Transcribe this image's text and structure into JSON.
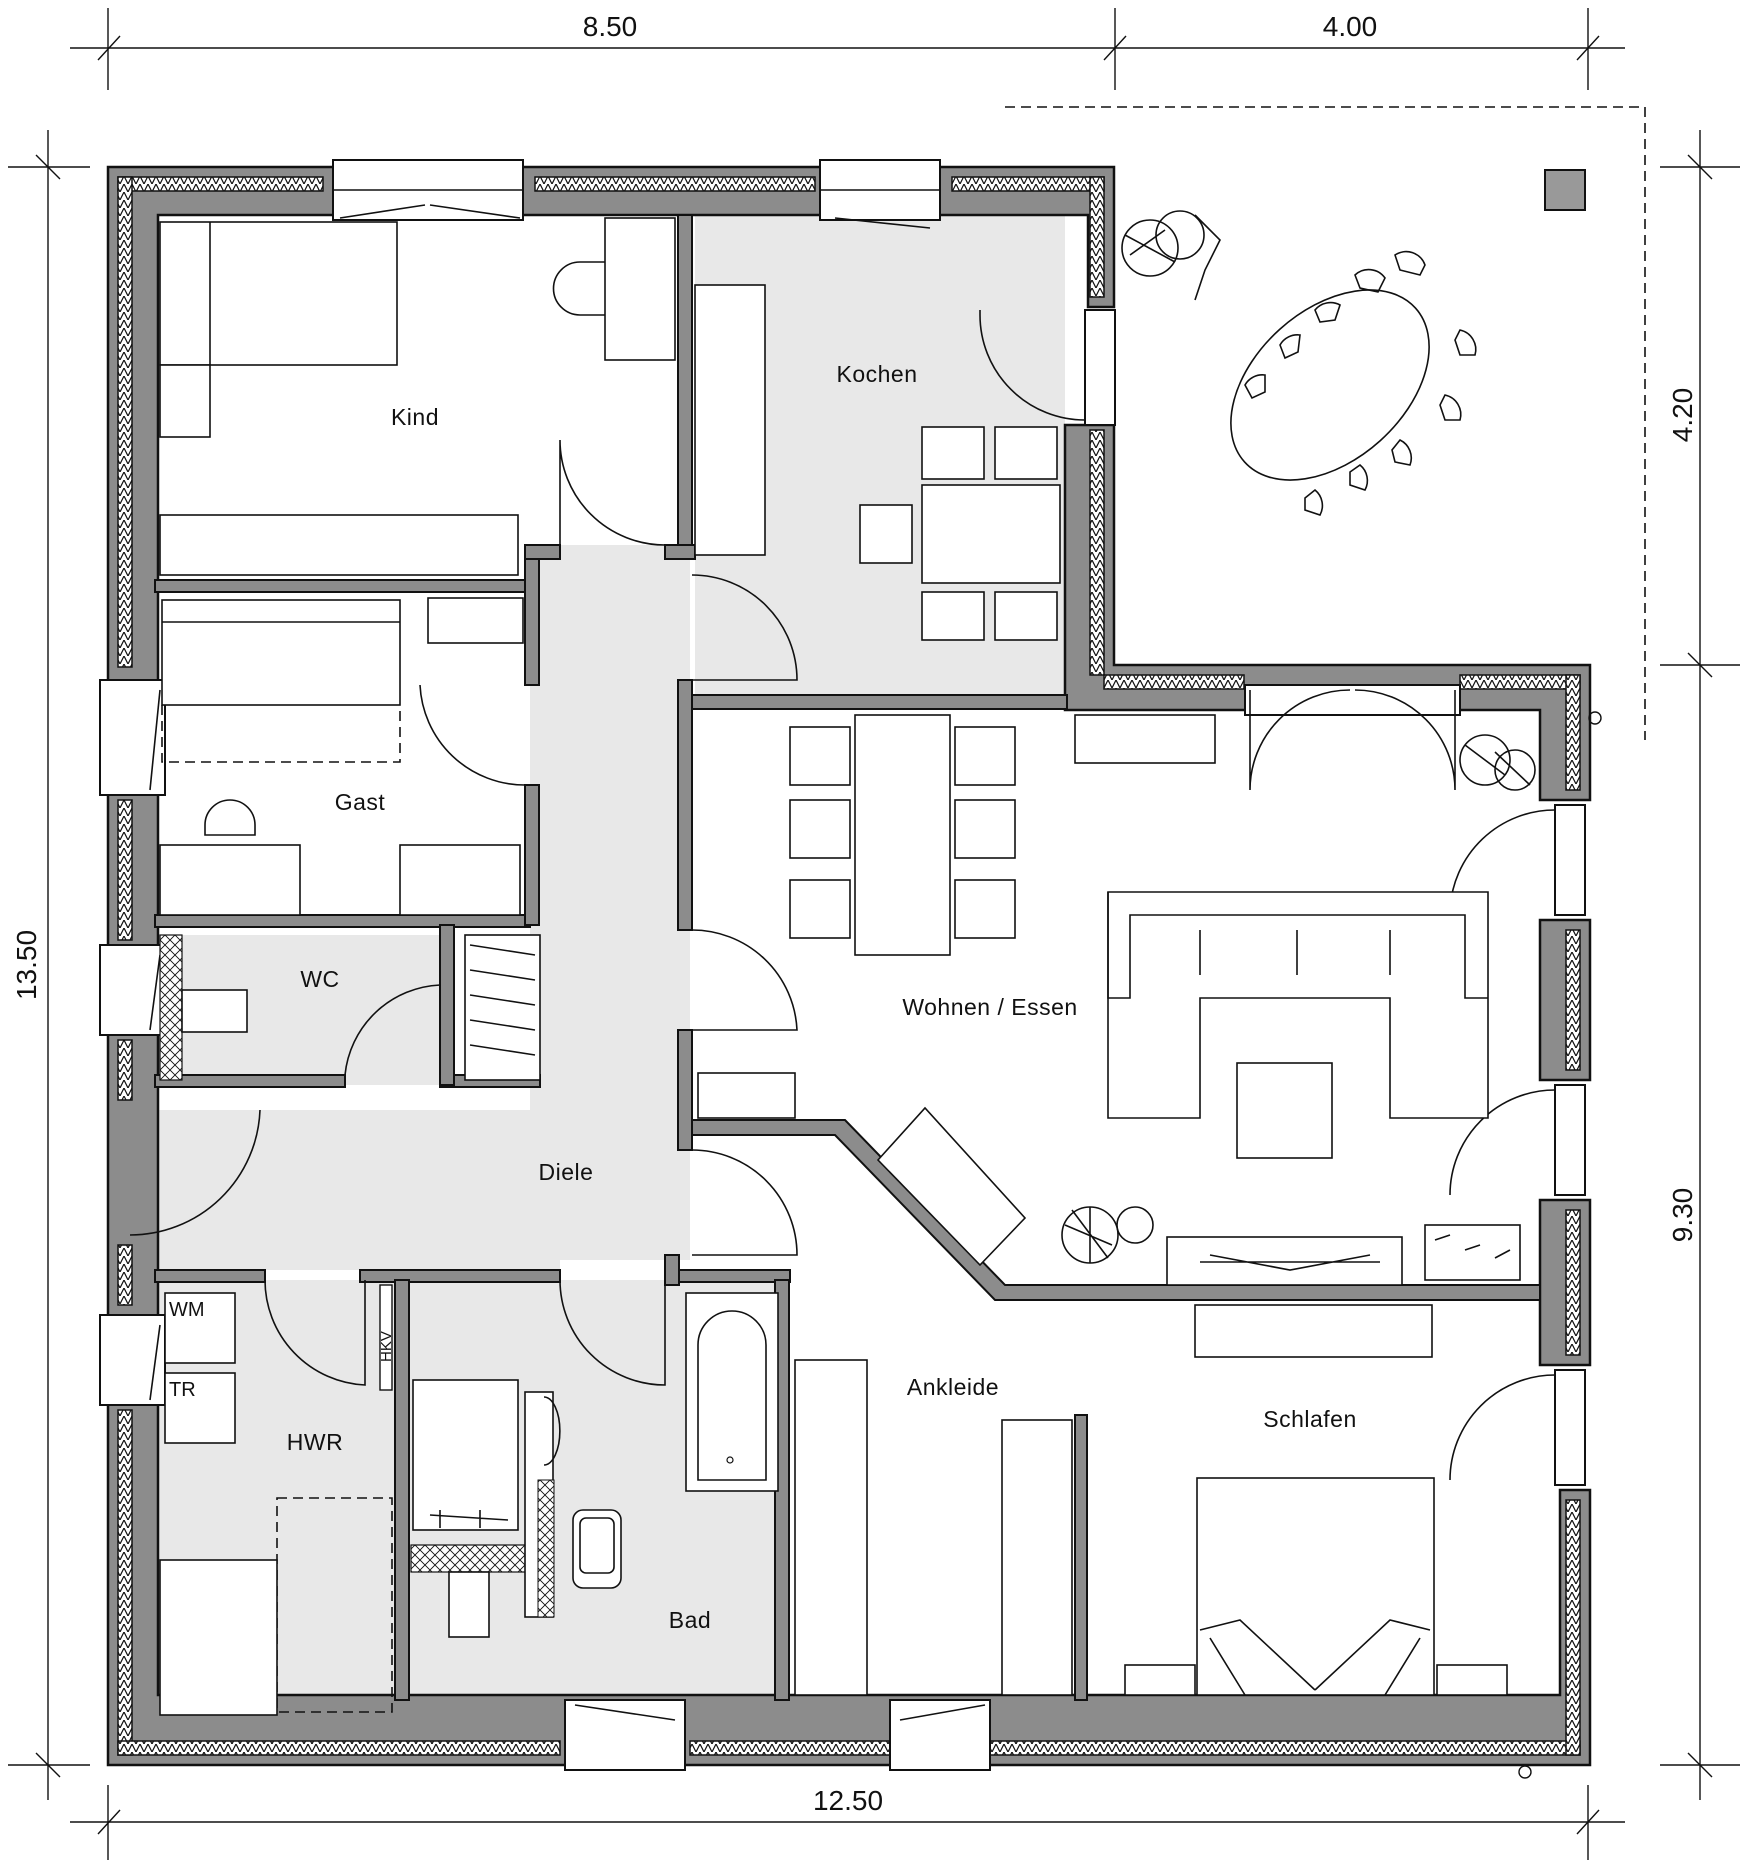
{
  "rooms": {
    "kind": "Kind",
    "kochen": "Kochen",
    "gast": "Gast",
    "wc": "WC",
    "wohnen_essen": "Wohnen / Essen",
    "diele": "Diele",
    "ankleide": "Ankleide",
    "schlafen": "Schlafen",
    "hwr": "HWR",
    "bad": "Bad"
  },
  "appliances": {
    "wm": "WM",
    "tr": "TR",
    "hkv": "HKV"
  },
  "dimensions": {
    "top_left": "8.50",
    "top_right": "4.00",
    "bottom": "12.50",
    "left": "13.50",
    "right_upper": "4.20",
    "right_lower": "9.30"
  }
}
